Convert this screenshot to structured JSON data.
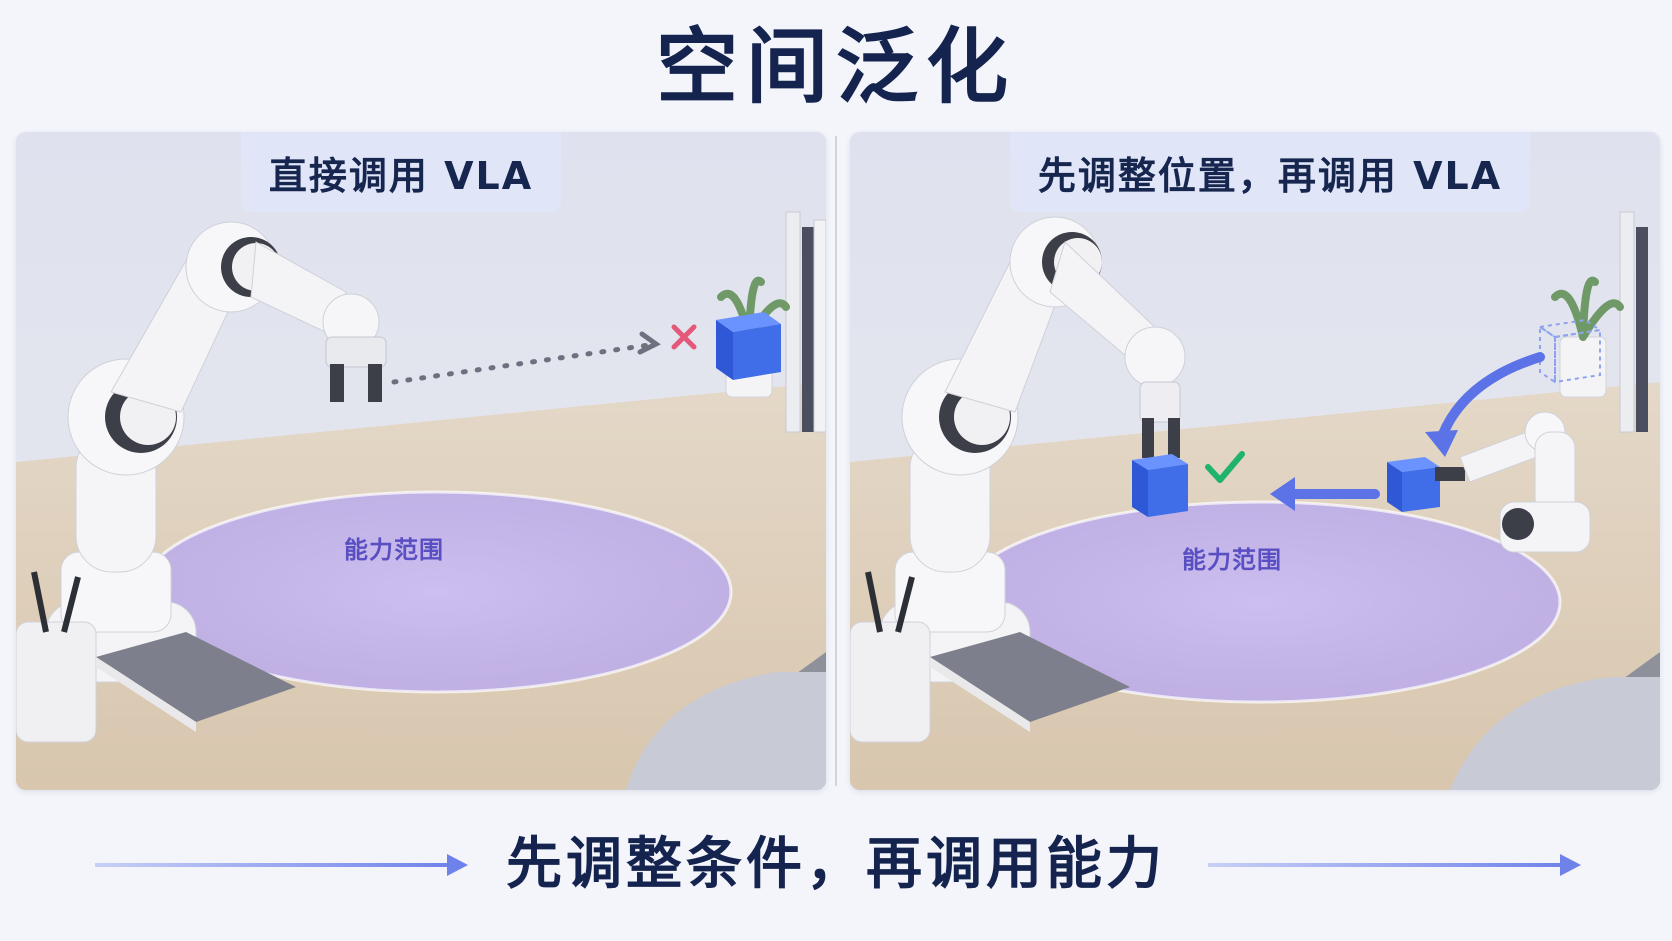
{
  "title": "空间泛化",
  "left_panel": {
    "label": "直接调用 VLA",
    "range_label": "能力范围",
    "status_icon": "cross-icon"
  },
  "right_panel": {
    "label": "先调整位置，再调用 VLA",
    "range_label": "能力范围",
    "status_icon": "check-icon"
  },
  "footer": {
    "text": "先调整条件，再调用能力"
  },
  "colors": {
    "title": "#15244f",
    "range_fill": "#b8a8f5",
    "cube": "#3f6ee8",
    "arrow": "#5b73e6",
    "cross": "#e4587a",
    "check": "#1fb36b"
  }
}
